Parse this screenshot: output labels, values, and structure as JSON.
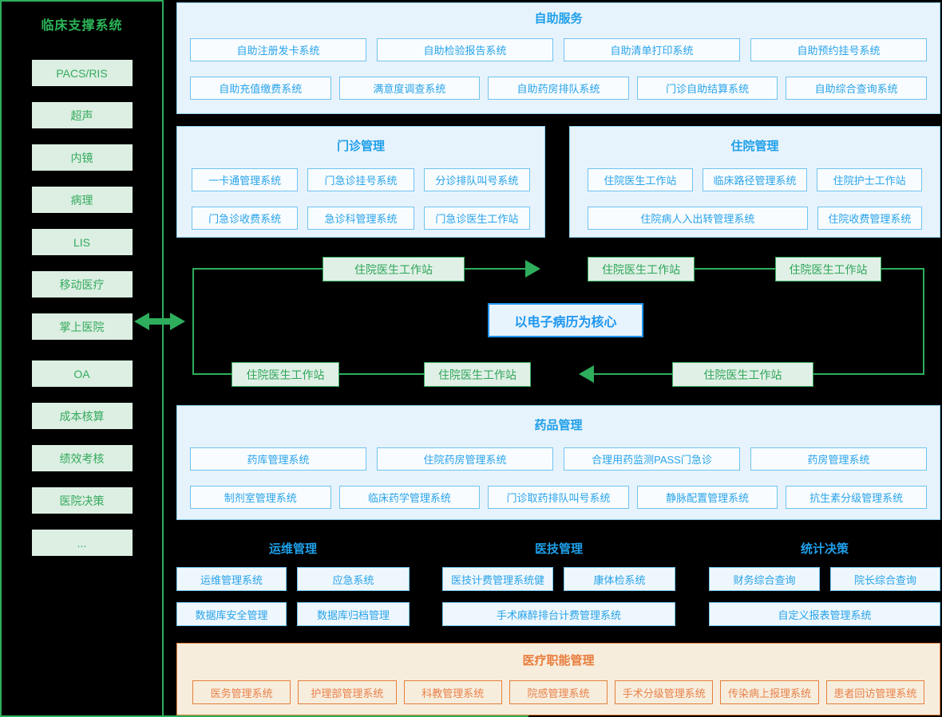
{
  "colors": {
    "green_accent": "#2eae5c",
    "green_text": "#35aa5e",
    "green_box_bg": "#e1f0e6",
    "blue_title": "#1e9fe9",
    "blue_text": "#29a3e9",
    "blue_border": "#6fc3ef",
    "blue_panel_bg": "#e7f3fc",
    "emr_blue": "#2196f3",
    "orange_border": "#e2813d",
    "orange_text": "#e8824a",
    "orange_panel_bg": "#f7eddd"
  },
  "sidebar": {
    "title": "临床支撑系统",
    "items": [
      "PACS/RIS",
      "超声",
      "内镜",
      "病理",
      "LIS",
      "移动医疗",
      "掌上医院",
      "OA",
      "成本核算",
      "绩效考核",
      "医院决策",
      "..."
    ]
  },
  "self_service": {
    "title": "自助服务",
    "row1": [
      "自助注册发卡系统",
      "自助检验报告系统",
      "自助清单打印系统",
      "自助预约挂号系统"
    ],
    "row2": [
      "自助充值缴费系统",
      "满意度调查系统",
      "自助药房排队系统",
      "门诊自助结算系统",
      "自助综合查询系统"
    ]
  },
  "outpatient": {
    "title": "门诊管理",
    "row1": [
      "一卡通管理系统",
      "门急诊挂号系统",
      "分诊排队叫号系统"
    ],
    "row2": [
      "门急诊收费系统",
      "急诊科管理系统",
      "门急诊医生工作站"
    ]
  },
  "inpatient": {
    "title": "住院管理",
    "row1": [
      "住院医生工作站",
      "临床路径管理系统",
      "住院护士工作站"
    ],
    "row2": [
      "住院病人入出转管理系统",
      "住院收费管理系统"
    ]
  },
  "emr_flow": {
    "center": "以电子病历为核心",
    "nodes": [
      "住院医生工作站",
      "住院医生工作站",
      "住院医生工作站",
      "住院医生工作站",
      "住院医生工作站",
      "住院医生工作站"
    ]
  },
  "pharmacy": {
    "title": "药品管理",
    "row1": [
      "药库管理系统",
      "住院药房管理系统",
      "合理用药监测PASS门急诊",
      "药房管理系统"
    ],
    "row2": [
      "制剂室管理系统",
      "临床药学管理系统",
      "门诊取药排队叫号系统",
      "静脉配置管理系统",
      "抗生素分级管理系统"
    ]
  },
  "ops": {
    "title": "运维管理",
    "row1": [
      "运维管理系统",
      "应急系统"
    ],
    "row2": [
      "数据库安全管理",
      "数据库归档管理"
    ]
  },
  "medtech": {
    "title": "医技管理",
    "row1": [
      "医技计费管理系统健",
      "康体检系统"
    ],
    "row2": [
      "手术麻醉排台计费管理系统"
    ]
  },
  "stats": {
    "title": "统计决策",
    "row1": [
      "财务综合查询",
      "院长综合查询"
    ],
    "row2": [
      "自定义报表管理系统"
    ]
  },
  "medical_admin": {
    "title": "医疗职能管理",
    "items": [
      "医务管理系统",
      "护理部管理系统",
      "科教管理系统",
      "院感管理系统",
      "手术分级管理系统",
      "传染病上报理系统",
      "患者回访管理系统"
    ]
  }
}
